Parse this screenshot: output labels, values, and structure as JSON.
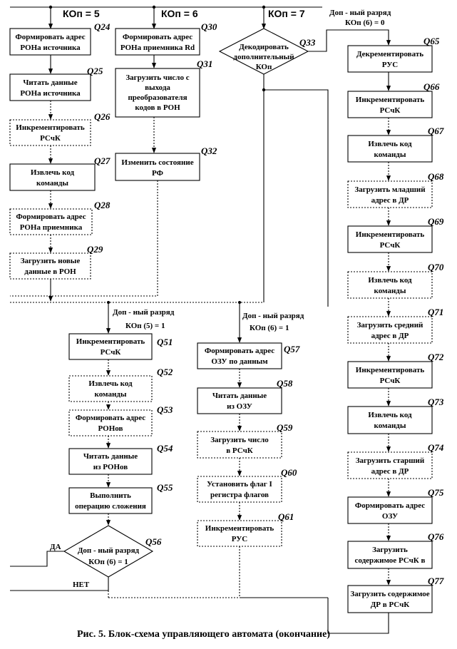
{
  "headers": {
    "kop5": "КОп = 5",
    "kop6": "КОп = 6",
    "kop7": "КОп = 7",
    "top_cond_1": "Доп - ный разряд",
    "top_cond_2": "КОп (6) = 0"
  },
  "mid_conds": {
    "c5_1": "Доп - ный разряд",
    "c5_2": "КОп (5) = 1",
    "c6_1": "Доп - ный разряд",
    "c6_2": "КОп (6) = 1"
  },
  "nodes": {
    "q24": {
      "id": "Q24",
      "l1": "Формировать адрес",
      "l2": "РОНа источника"
    },
    "q25": {
      "id": "Q25",
      "l1": "Читать данные",
      "l2": "РОНа источника"
    },
    "q26": {
      "id": "Q26",
      "l1": "Инкрементировать",
      "l2": "РСчК"
    },
    "q27": {
      "id": "Q27",
      "l1": "Извлечь код",
      "l2": "команды"
    },
    "q28": {
      "id": "Q28",
      "l1": "Формировать адрес",
      "l2": "РОНа приемника"
    },
    "q29": {
      "id": "Q29",
      "l1": "Загрузить новые",
      "l2": "данные в РОН"
    },
    "q30": {
      "id": "Q30",
      "l1": "Формировать адрес",
      "l2": "РОНа приемника Rd"
    },
    "q31": {
      "id": "Q31",
      "l1": "Загрузить число с",
      "l2": "выхода",
      "l3": "преобразователя",
      "l4": "кодов в РОН"
    },
    "q32": {
      "id": "Q32",
      "l1": "Изменить состояние",
      "l2": "РФ"
    },
    "q33": {
      "id": "Q33",
      "l1": "Декодировать",
      "l2": "дополнительный",
      "l3": "КОп"
    },
    "q65": {
      "id": "Q65",
      "l1": "Декрементировать",
      "l2": "РУС"
    },
    "q66": {
      "id": "Q66",
      "l1": "Инкрементировать",
      "l2": "РСчК"
    },
    "q67": {
      "id": "Q67",
      "l1": "Извлечь код",
      "l2": "команды"
    },
    "q68": {
      "id": "Q68",
      "l1": "Загрузить младший",
      "l2": "адрес в ДР"
    },
    "q69": {
      "id": "Q69",
      "l1": "Инкрементировать",
      "l2": "РСчК"
    },
    "q70": {
      "id": "Q70",
      "l1": "Извлечь код",
      "l2": "команды"
    },
    "q71": {
      "id": "Q71",
      "l1": "Загрузить средний",
      "l2": "адрес в ДР"
    },
    "q72": {
      "id": "Q72",
      "l1": "Инкрементировать",
      "l2": "РСчК"
    },
    "q73": {
      "id": "Q73",
      "l1": "Извлечь код",
      "l2": "команды"
    },
    "q74": {
      "id": "Q74",
      "l1": "Загрузить старший",
      "l2": "адрес в ДР"
    },
    "q75": {
      "id": "Q75",
      "l1": "Формировать адрес",
      "l2": "ОЗУ"
    },
    "q76": {
      "id": "Q76",
      "l1": "Загрузить",
      "l2": "содержимое РСчК в"
    },
    "q77": {
      "id": "Q77",
      "l1": "Загрузить содержимое",
      "l2": "ДР в РСчК"
    },
    "q51": {
      "id": "Q51",
      "l1": "Инкрементировать",
      "l2": "РСчК"
    },
    "q52": {
      "id": "Q52",
      "l1": "Извлечь код",
      "l2": "команды"
    },
    "q53": {
      "id": "Q53",
      "l1": "Формировать адрес",
      "l2": "РОНов"
    },
    "q54": {
      "id": "Q54",
      "l1": "Читать данные",
      "l2": "из РОНов"
    },
    "q55": {
      "id": "Q55",
      "l1": "Выполнить",
      "l2": "операцию сложения"
    },
    "q56": {
      "id": "Q56",
      "l1": "Доп - ный разряд",
      "l2": "КОп (6) = 1"
    },
    "q57": {
      "id": "Q57",
      "l1": "Формировать адрес",
      "l2": "ОЗУ по данным"
    },
    "q58": {
      "id": "Q58",
      "l1": "Читать данные",
      "l2": "из ОЗУ"
    },
    "q59": {
      "id": "Q59",
      "l1": "Загрузить число",
      "l2": "в РСчК"
    },
    "q60": {
      "id": "Q60",
      "l1": "Установить флаг I",
      "l2": "регистра флагов"
    },
    "q61": {
      "id": "Q61",
      "l1": "Инкрементировать",
      "l2": "РУС"
    }
  },
  "branch_labels": {
    "yes": "ДА",
    "no": "НЕТ"
  },
  "caption": "Рис. 5. Блок-схема управляющего автомата (окончание)"
}
